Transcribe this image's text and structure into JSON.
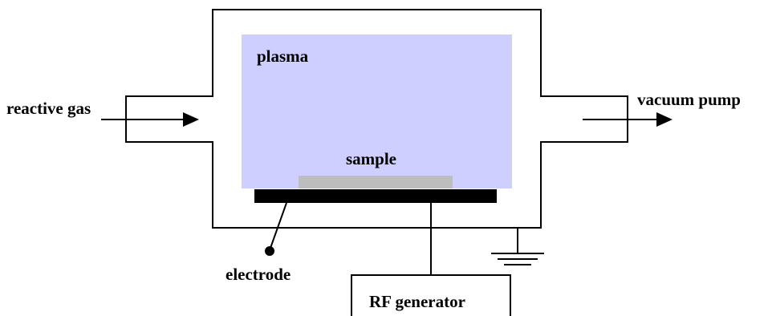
{
  "labels": {
    "reactive_gas": "reactive gas",
    "vacuum_pump": "vacuum pump",
    "plasma": "plasma",
    "sample": "sample",
    "electrode": "electrode",
    "rf_generator": "RF generator"
  },
  "colors": {
    "plasma_fill": "#cfcfff",
    "sample_fill": "#bdbdbd",
    "electrode_fill": "#000000",
    "line": "#000000",
    "background": "#ffffff"
  },
  "icons": {
    "ground": "ground-symbol",
    "electrode_terminal": "terminal-dot"
  }
}
